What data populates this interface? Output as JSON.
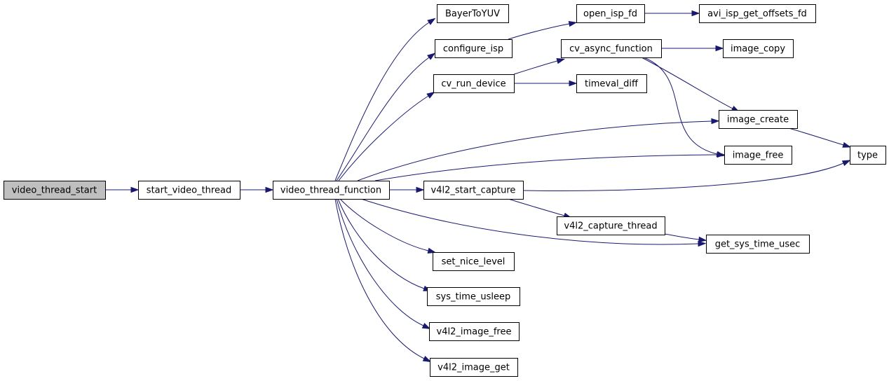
{
  "nodes": [
    {
      "id": "video_thread_start",
      "label": "video_thread_start",
      "root": true
    },
    {
      "id": "start_video_thread",
      "label": "start_video_thread"
    },
    {
      "id": "video_thread_function",
      "label": "video_thread_function"
    },
    {
      "id": "BayerToYUV",
      "label": "BayerToYUV"
    },
    {
      "id": "configure_isp",
      "label": "configure_isp"
    },
    {
      "id": "cv_run_device",
      "label": "cv_run_device"
    },
    {
      "id": "v4l2_start_capture",
      "label": "v4l2_start_capture"
    },
    {
      "id": "set_nice_level",
      "label": "set_nice_level"
    },
    {
      "id": "sys_time_usleep",
      "label": "sys_time_usleep"
    },
    {
      "id": "v4l2_image_free",
      "label": "v4l2_image_free"
    },
    {
      "id": "v4l2_image_get",
      "label": "v4l2_image_get"
    },
    {
      "id": "open_isp_fd",
      "label": "open_isp_fd"
    },
    {
      "id": "avi_isp_get_offsets_fd",
      "label": "avi_isp_get_offsets_fd"
    },
    {
      "id": "cv_async_function",
      "label": "cv_async_function"
    },
    {
      "id": "timeval_diff",
      "label": "timeval_diff"
    },
    {
      "id": "image_copy",
      "label": "image_copy"
    },
    {
      "id": "image_create",
      "label": "image_create"
    },
    {
      "id": "image_free",
      "label": "image_free"
    },
    {
      "id": "type",
      "label": "type"
    },
    {
      "id": "v4l2_capture_thread",
      "label": "v4l2_capture_thread"
    },
    {
      "id": "get_sys_time_usec",
      "label": "get_sys_time_usec"
    }
  ],
  "edges": [
    [
      "video_thread_start",
      "start_video_thread"
    ],
    [
      "start_video_thread",
      "video_thread_function"
    ],
    [
      "video_thread_function",
      "BayerToYUV"
    ],
    [
      "video_thread_function",
      "configure_isp"
    ],
    [
      "video_thread_function",
      "cv_run_device"
    ],
    [
      "video_thread_function",
      "image_create"
    ],
    [
      "video_thread_function",
      "image_free"
    ],
    [
      "video_thread_function",
      "v4l2_start_capture"
    ],
    [
      "video_thread_function",
      "get_sys_time_usec"
    ],
    [
      "video_thread_function",
      "set_nice_level"
    ],
    [
      "video_thread_function",
      "sys_time_usleep"
    ],
    [
      "video_thread_function",
      "v4l2_image_free"
    ],
    [
      "video_thread_function",
      "v4l2_image_get"
    ],
    [
      "configure_isp",
      "open_isp_fd"
    ],
    [
      "open_isp_fd",
      "avi_isp_get_offsets_fd"
    ],
    [
      "cv_run_device",
      "cv_async_function"
    ],
    [
      "cv_run_device",
      "timeval_diff"
    ],
    [
      "cv_async_function",
      "image_copy"
    ],
    [
      "cv_async_function",
      "image_create"
    ],
    [
      "cv_async_function",
      "image_free"
    ],
    [
      "image_create",
      "type"
    ],
    [
      "v4l2_start_capture",
      "type"
    ],
    [
      "v4l2_start_capture",
      "v4l2_capture_thread"
    ],
    [
      "v4l2_capture_thread",
      "get_sys_time_usec"
    ]
  ]
}
